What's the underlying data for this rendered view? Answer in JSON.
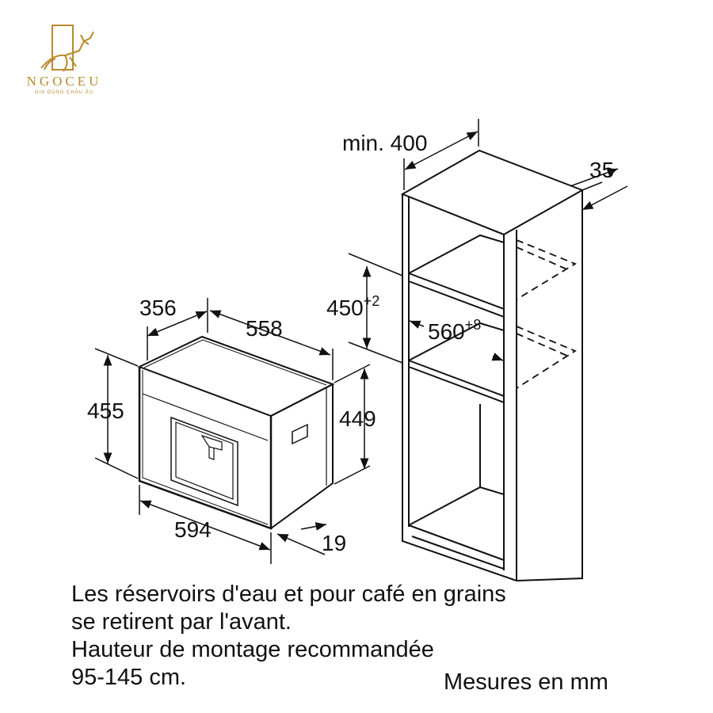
{
  "brand": {
    "name": "NGOCEU",
    "tagline": "GIA DỤNG CHÂU ÂU",
    "accent_color": "#b98a2e",
    "logo_icon": "deer-leaping-icon"
  },
  "appliance": {
    "dimensions": {
      "depth_top": "356",
      "width_top": "558",
      "height_left": "455",
      "height_right": "449",
      "width_front": "594",
      "front_thickness": "19"
    }
  },
  "cabinet": {
    "dimensions": {
      "min_depth": "min. 400",
      "side_thickness": "35",
      "niche_height": "450",
      "niche_height_tolerance": "+2",
      "niche_width": "560",
      "niche_width_tolerance": "+8"
    }
  },
  "notes": {
    "line1": "Les réservoirs d'eau et pour café en grains",
    "line2": "se retirent par l'avant.",
    "line3": "Hauteur de montage recommandée",
    "line4": "95-145 cm.",
    "unit_note": "Mesures en mm"
  }
}
